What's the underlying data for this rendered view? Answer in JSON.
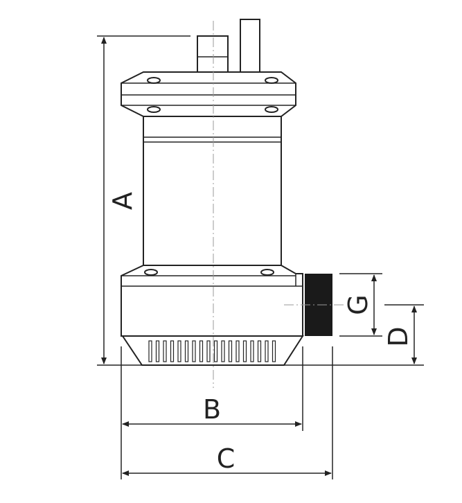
{
  "dimensions": {
    "A": "A",
    "B": "B",
    "C": "C",
    "D": "D",
    "G": "G"
  },
  "colors": {
    "line": "#222222",
    "centerline": "#999999",
    "outlet": "#1a1a1a"
  }
}
